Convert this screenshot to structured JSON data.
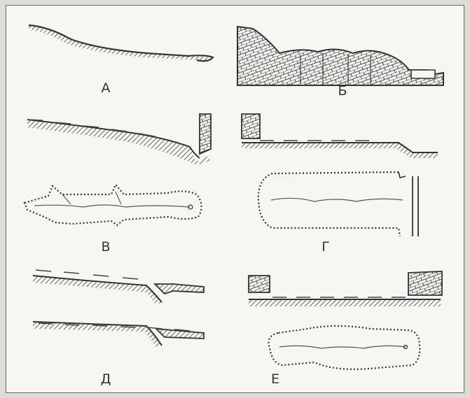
{
  "figure": {
    "panels": [
      {
        "id": "A",
        "label": "А"
      },
      {
        "id": "B",
        "label": "Б"
      },
      {
        "id": "V",
        "label": "В"
      },
      {
        "id": "G",
        "label": "Г"
      },
      {
        "id": "D",
        "label": "Д"
      },
      {
        "id": "E",
        "label": "Е"
      }
    ]
  }
}
